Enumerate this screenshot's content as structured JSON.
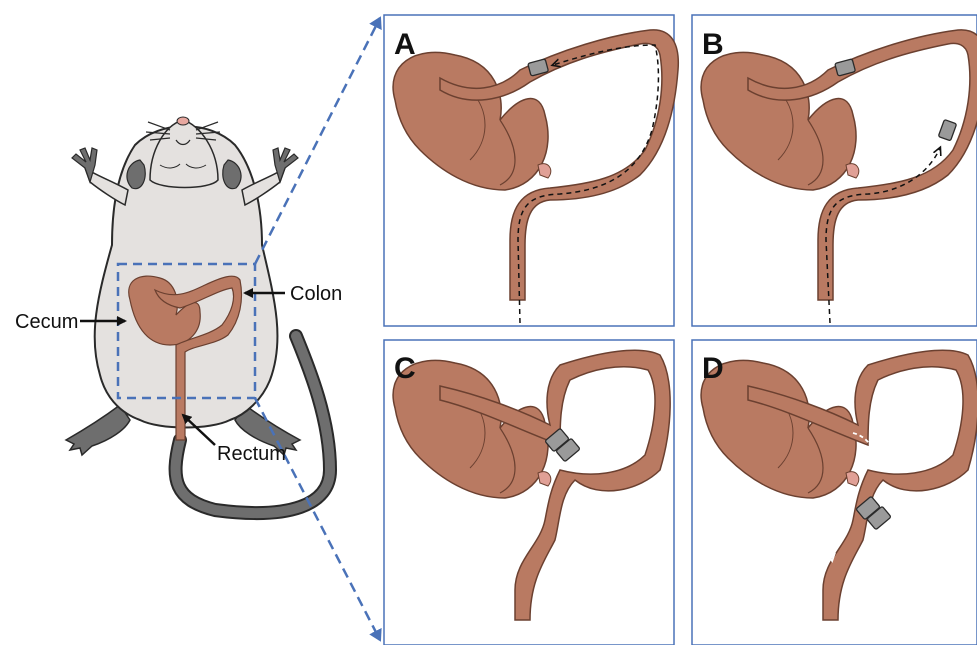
{
  "labels": {
    "cecum": "Cecum",
    "colon": "Colon",
    "rectum": "Rectum"
  },
  "panels": [
    {
      "id": "A",
      "label": "A"
    },
    {
      "id": "B",
      "label": "B"
    },
    {
      "id": "C",
      "label": "C"
    },
    {
      "id": "D",
      "label": "D"
    }
  ],
  "colors": {
    "intestine": "#b97a62",
    "intestine_outline": "#6b4030",
    "cecum_tip": "#e0a096",
    "panel_border": "#4a72b8",
    "zoom_line": "#4a72b8",
    "mouse_body": "#e4e1df",
    "mouse_outline": "#2a2a2a",
    "tail": "#6e6e6e",
    "capsule": "#9a9a9a"
  },
  "icons": {
    "capsule": "capsule-icon",
    "path_arrow": "dashed-arrow-icon",
    "pointer_arrow": "arrow-icon"
  }
}
